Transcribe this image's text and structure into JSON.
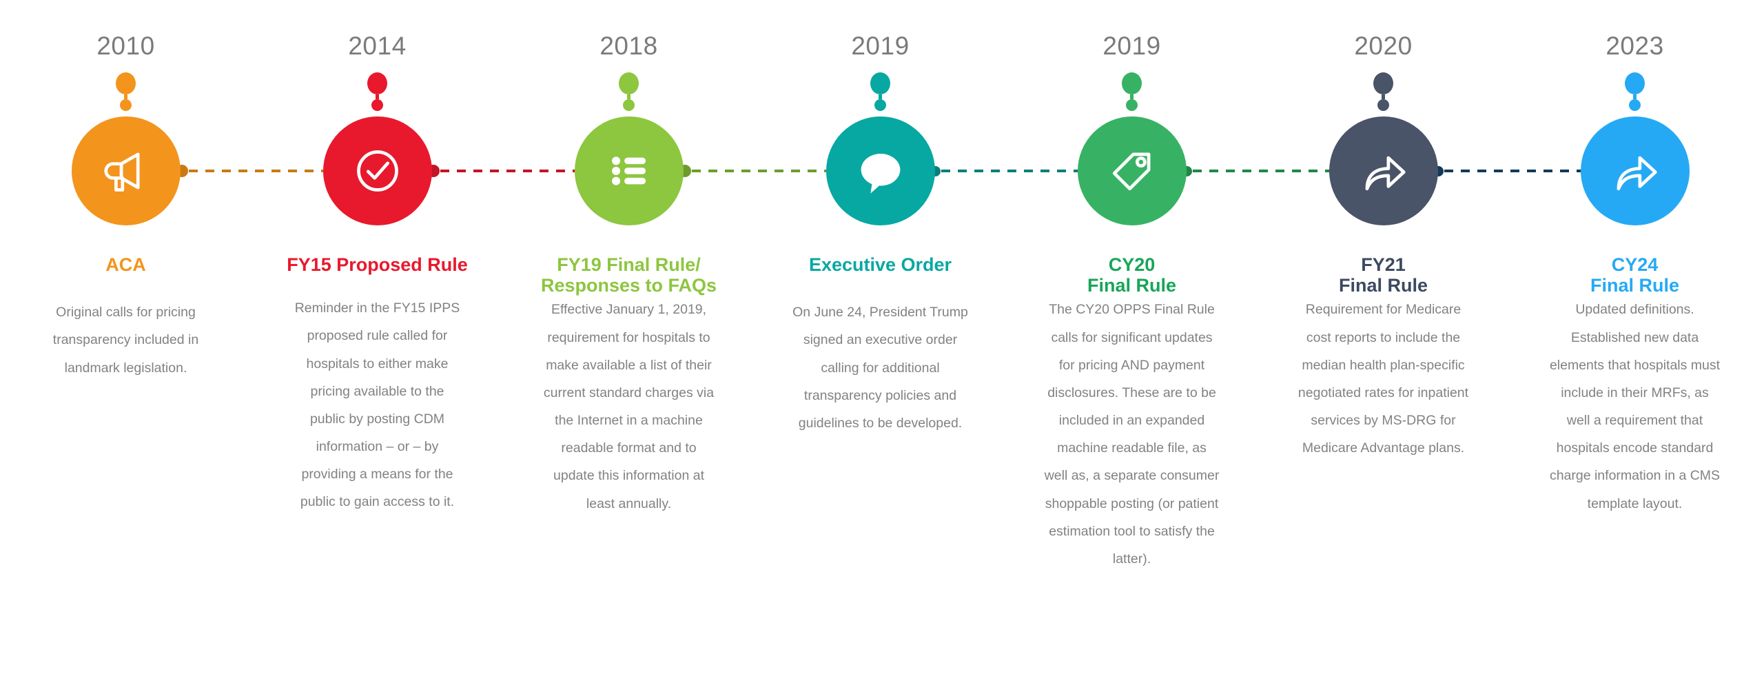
{
  "timeline": {
    "milestones": [
      {
        "year": "2010",
        "title": "ACA",
        "body": "Original calls for pricing transparency included in landmark legislation.",
        "color": "#F3941D",
        "connector_color": "#C97A14",
        "icon": "megaphone-icon"
      },
      {
        "year": "2014",
        "title": "FY15 Proposed Rule",
        "body": "Reminder in the FY15 IPPS proposed rule called for hospitals to either make pricing available to the public by posting CDM information – or – by providing a means for the public to gain access to it.",
        "color": "#E8192C",
        "connector_color": "#C41425",
        "icon": "check-circle-icon"
      },
      {
        "year": "2018",
        "title": "FY19 Final Rule/\nResponses to FAQs",
        "body": "Effective January 1, 2019, requirement for hospitals to make available a list of their current standard charges via the Internet in a machine readable format and to update this information at least annually.",
        "color": "#8DC63F",
        "connector_color": "#6E9B2C",
        "icon": "list-icon"
      },
      {
        "year": "2019",
        "title": "Executive Order",
        "body": "On June 24, President Trump signed an executive order calling for additional transparency policies and guidelines to be developed.",
        "color": "#08A8A2",
        "connector_color": "#0B7E79",
        "icon": "speech-bubble-icon"
      },
      {
        "year": "2019",
        "title": "CY20\nFinal Rule",
        "body": "The CY20 OPPS Final Rule calls for significant updates for pricing AND payment disclosures.  These are to be included in an expanded machine readable file, as well as, a separate consumer shoppable posting (or patient estimation tool to satisfy the latter).",
        "color": "#37B264",
        "connector_color": "#228548",
        "icon": "price-tag-icon"
      },
      {
        "year": "2020",
        "title": "FY21\nFinal Rule",
        "body": "Requirement for Medicare cost reports to include the median health plan-specific negotiated rates for inpatient services by MS-DRG for Medicare Advantage plans.",
        "color": "#4A5468",
        "connector_color": "#123A58",
        "icon": "share-arrow-icon"
      },
      {
        "year": "2023",
        "title": "CY24\nFinal Rule",
        "body": "Updated definitions. Established new data elements that hospitals must include in their MRFs, as well a requirement that hospitals encode standard charge information in a CMS template layout.",
        "color": "#26A9F4",
        "connector_color": "#123A58",
        "icon": "share-arrow-icon"
      }
    ]
  }
}
